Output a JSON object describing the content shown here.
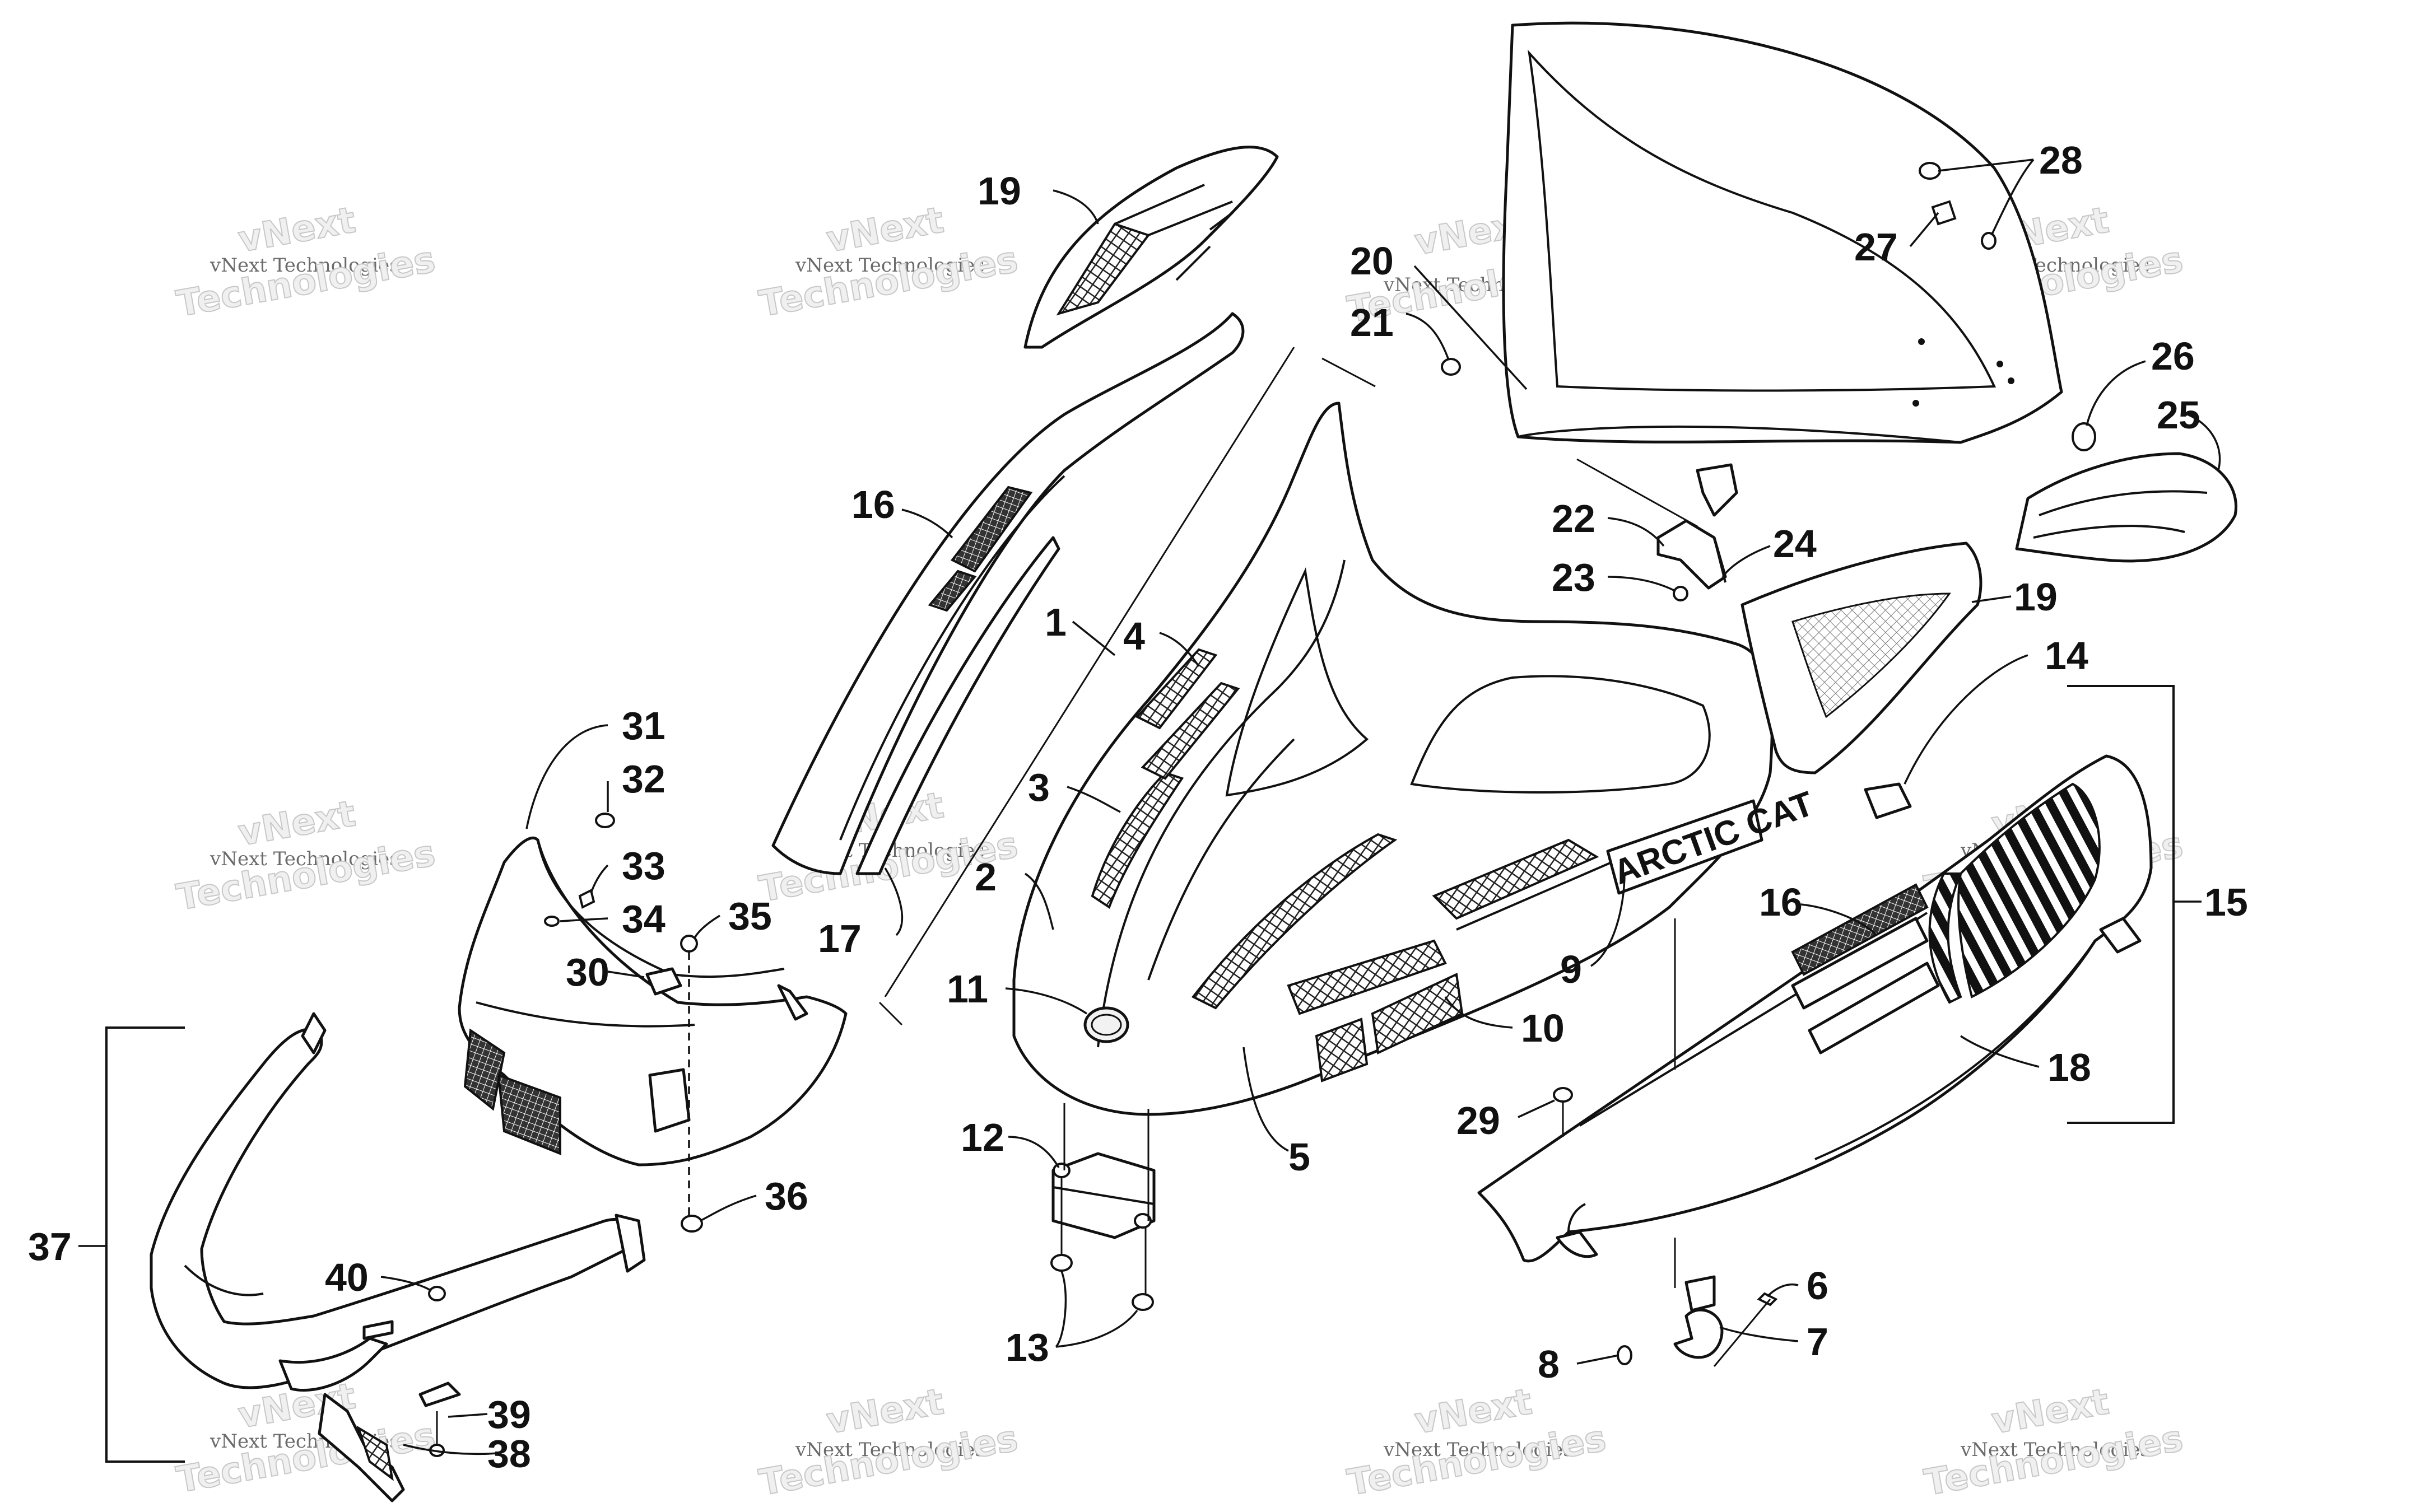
{
  "diagram": {
    "logo_text": "ARCTIC CAT",
    "watermark": {
      "line1": "vNext Technologies",
      "line2": "vNext",
      "line3": "Technologies"
    },
    "callouts": {
      "c1": "1",
      "c2": "2",
      "c3": "3",
      "c4": "4",
      "c5": "5",
      "c6": "6",
      "c7": "7",
      "c8": "8",
      "c9": "9",
      "c10": "10",
      "c11": "11",
      "c12": "12",
      "c13": "13",
      "c14": "14",
      "c15": "15",
      "c16a": "16",
      "c16b": "16",
      "c17": "17",
      "c18": "18",
      "c19a": "19",
      "c19b": "19",
      "c20": "20",
      "c21": "21",
      "c22": "22",
      "c23": "23",
      "c24": "24",
      "c25": "25",
      "c26": "26",
      "c27": "27",
      "c28": "28",
      "c29": "29",
      "c30": "30",
      "c31": "31",
      "c32": "32",
      "c33": "33",
      "c34": "34",
      "c35": "35",
      "c36": "36",
      "c37": "37",
      "c38": "38",
      "c39": "39",
      "c40": "40"
    }
  }
}
